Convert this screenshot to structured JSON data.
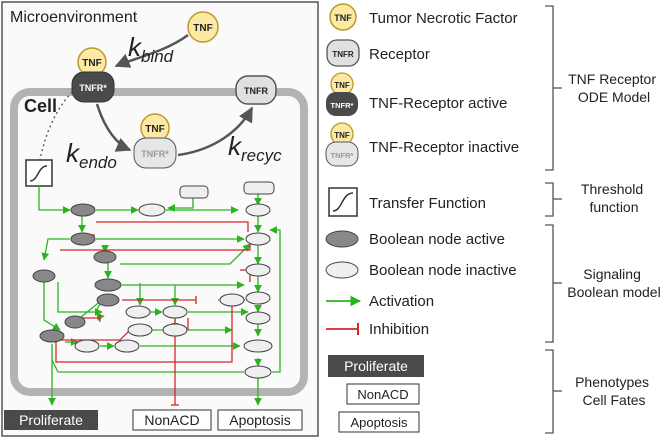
{
  "colors": {
    "tnf_fill": "#fbe9a4",
    "tnf_stroke": "#b89a2a",
    "receptor_active": "#4a4a4a",
    "receptor_inactive": "#e0e0e0",
    "node_active": "#888888",
    "node_inactive": "#efefef",
    "activation": "#2bb41e",
    "inhibition": "#d8252b",
    "cell_border": "#b3b3b3",
    "frame": "#555555"
  },
  "diagram": {
    "microenvironment_label": "Microenvironment",
    "cell_label": "Cell",
    "tnf_label": "TNF",
    "tnfr_active_label": "TNFR*",
    "tnfr_label": "TNFR",
    "tnfr_inactive_label": "TNFR*",
    "k_bind": {
      "base": "k",
      "sub": "bind"
    },
    "k_endo": {
      "base": "k",
      "sub": "endo"
    },
    "k_recyc": {
      "base": "k",
      "sub": "recyc"
    },
    "fate_proliferate": "Proliferate",
    "fate_nonacd": "NonACD",
    "fate_apoptosis": "Apoptosis"
  },
  "legend": {
    "items": [
      {
        "label": "Tumor Necrotic Factor",
        "icon_text": "TNF"
      },
      {
        "label": "Receptor",
        "icon_text": "TNFR"
      },
      {
        "label": "TNF-Receptor active",
        "icon_text": "TNF",
        "icon_text2": "TNFR*"
      },
      {
        "label": "TNF-Receptor inactive",
        "icon_text": "TNF",
        "icon_text2": "TNFR*"
      },
      {
        "label": "Transfer Function"
      },
      {
        "label": "Boolean node active"
      },
      {
        "label": "Boolean node inactive"
      },
      {
        "label": "Activation"
      },
      {
        "label": "Inhibition"
      }
    ],
    "fates": [
      "Proliferate",
      "NonACD",
      "Apoptosis"
    ]
  },
  "groups": [
    {
      "lines": [
        "TNF Receptor",
        "ODE Model"
      ]
    },
    {
      "lines": [
        "Threshold",
        "function"
      ]
    },
    {
      "lines": [
        "Signaling",
        "Boolean model"
      ]
    },
    {
      "lines": [
        "Phenotypes",
        "Cell Fates"
      ]
    }
  ]
}
